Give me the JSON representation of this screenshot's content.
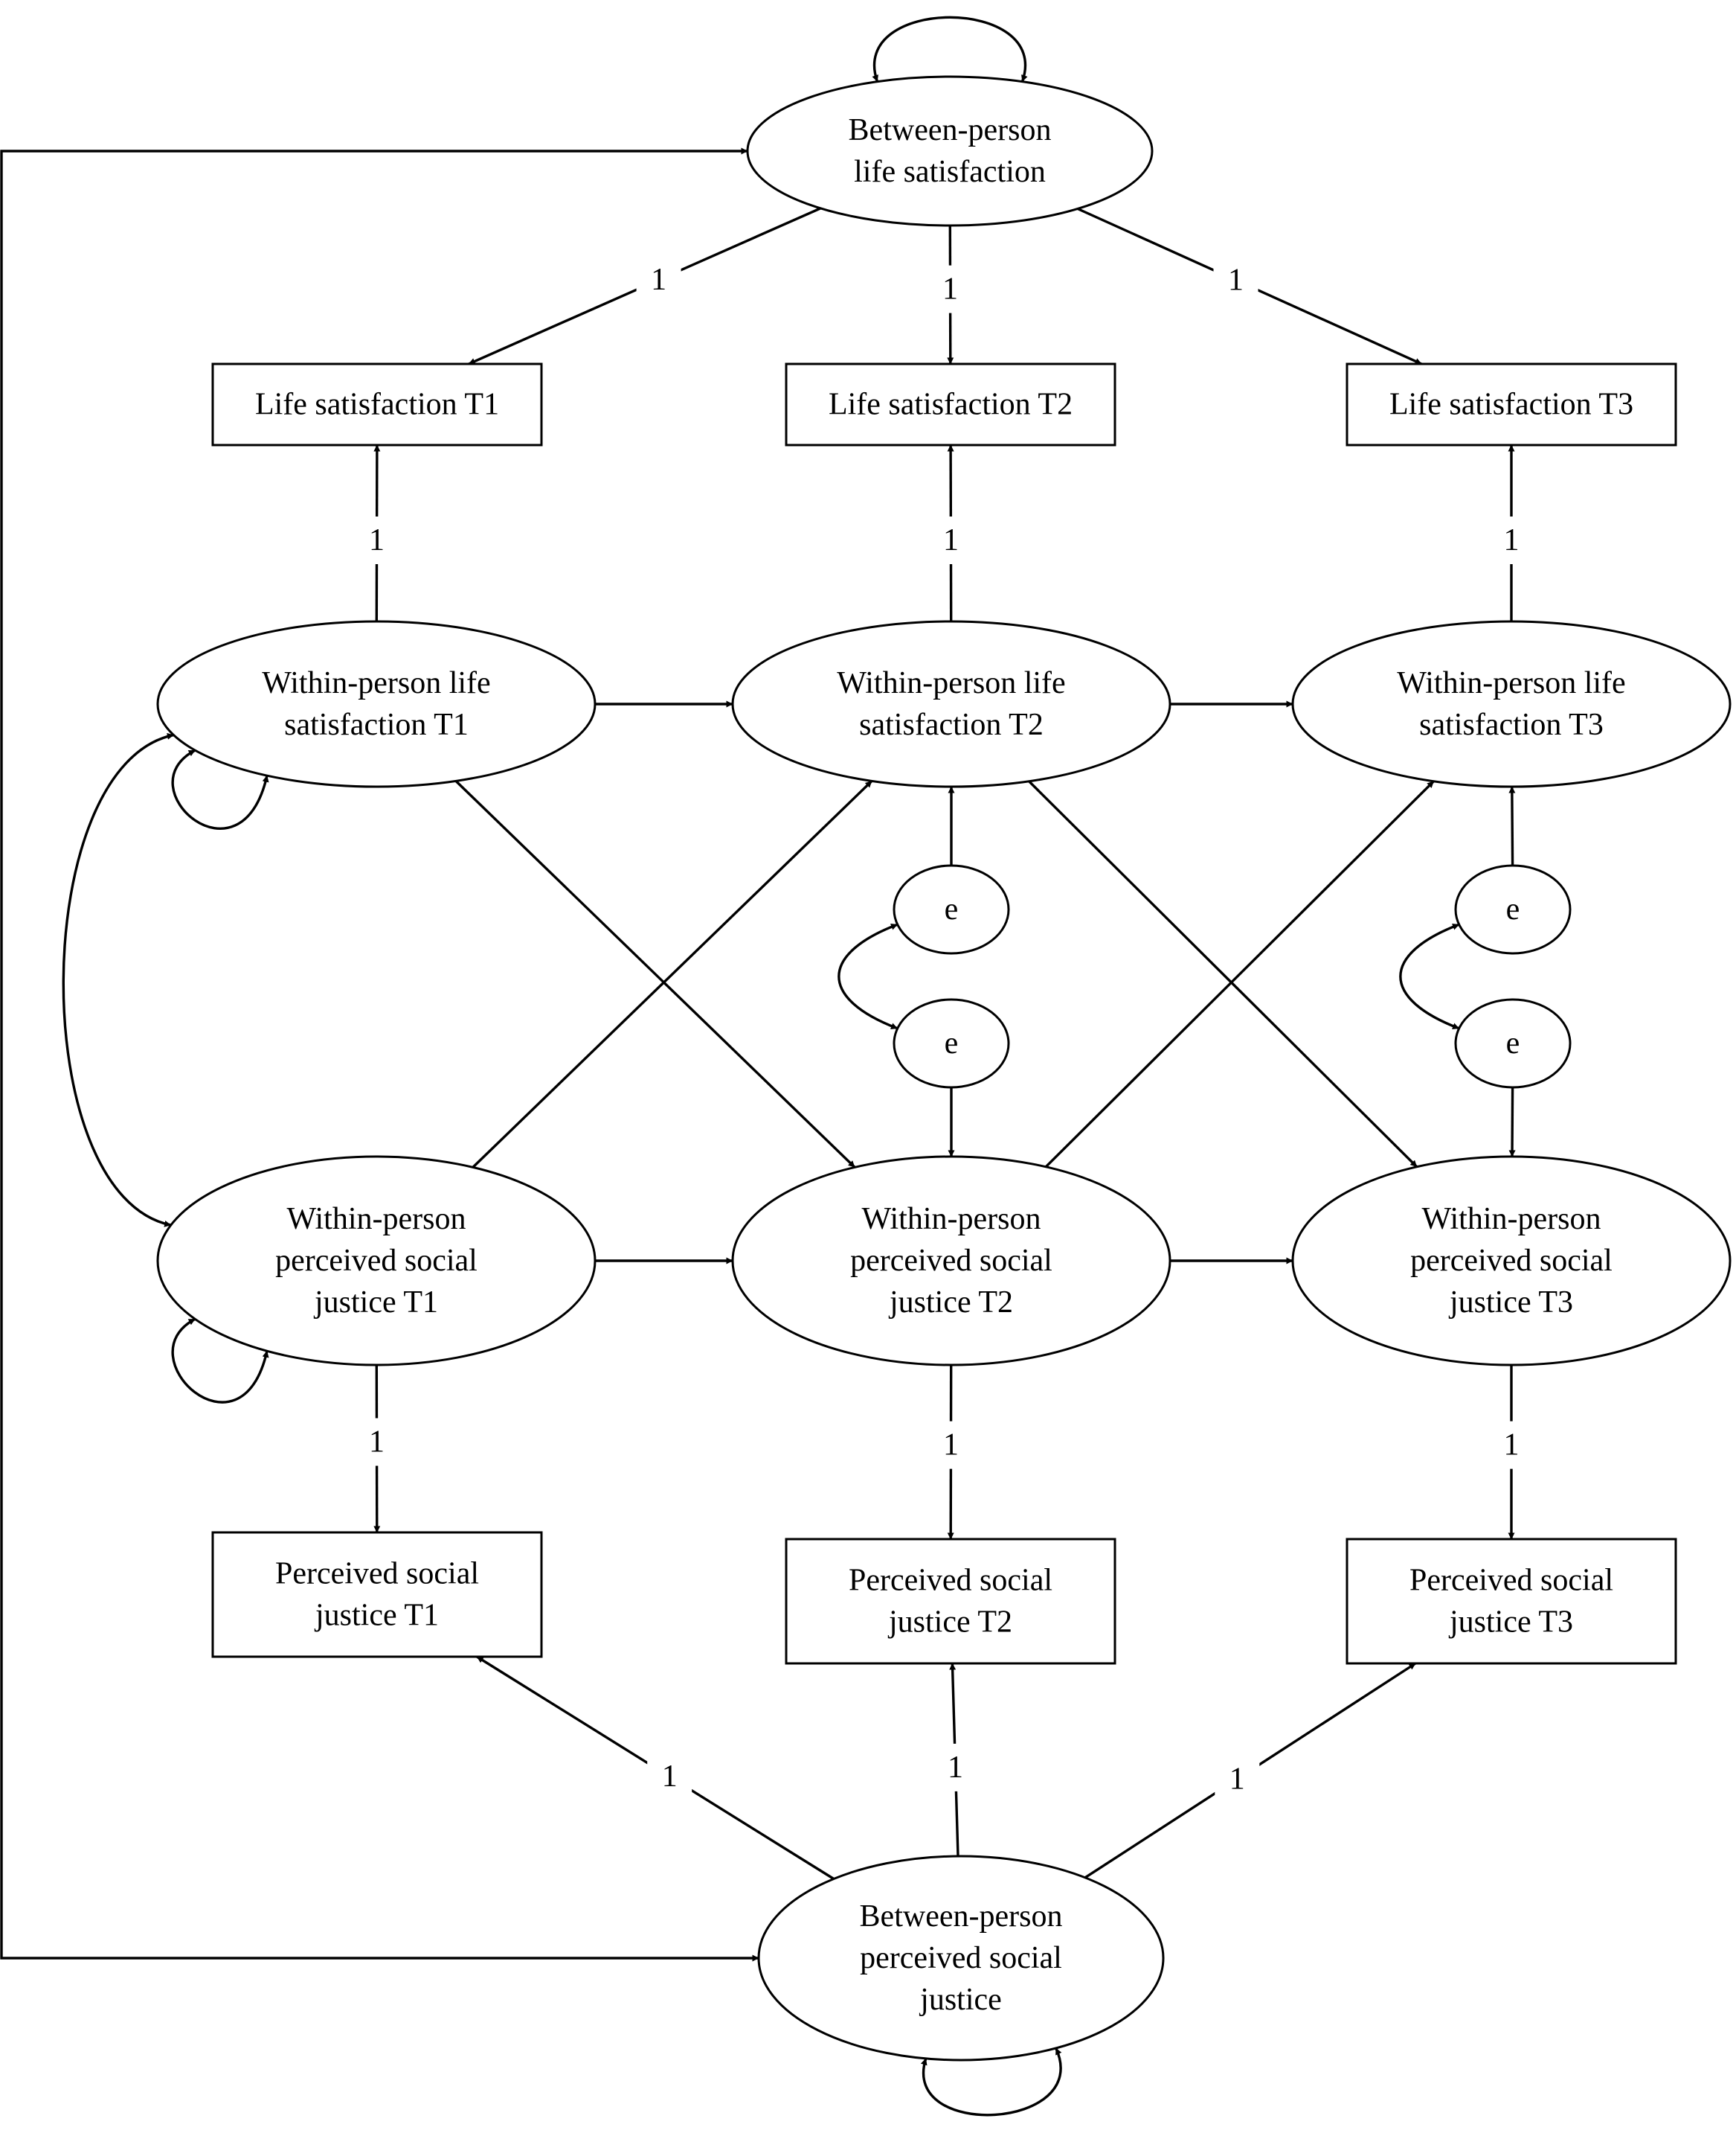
{
  "nodes": {
    "between_ls": {
      "kind": "latent",
      "lines": [
        "Between-person",
        "life satisfaction"
      ]
    },
    "between_psj": {
      "kind": "latent",
      "lines": [
        "Between-person",
        "perceived social",
        "justice"
      ]
    },
    "obs_ls_t1": {
      "kind": "observed",
      "lines": [
        "Life satisfaction T1"
      ]
    },
    "obs_ls_t2": {
      "kind": "observed",
      "lines": [
        "Life satisfaction T2"
      ]
    },
    "obs_ls_t3": {
      "kind": "observed",
      "lines": [
        "Life satisfaction T3"
      ]
    },
    "within_ls_t1": {
      "kind": "latent",
      "lines": [
        "Within-person life",
        "satisfaction T1"
      ]
    },
    "within_ls_t2": {
      "kind": "latent",
      "lines": [
        "Within-person life",
        "satisfaction T2"
      ]
    },
    "within_ls_t3": {
      "kind": "latent",
      "lines": [
        "Within-person life",
        "satisfaction T3"
      ]
    },
    "err_ls_t2": {
      "kind": "error",
      "lines": [
        "e"
      ]
    },
    "err_psj_t2": {
      "kind": "error",
      "lines": [
        "e"
      ]
    },
    "err_ls_t3": {
      "kind": "error",
      "lines": [
        "e"
      ]
    },
    "err_psj_t3": {
      "kind": "error",
      "lines": [
        "e"
      ]
    },
    "within_psj_t1": {
      "kind": "latent",
      "lines": [
        "Within-person",
        "perceived social",
        "justice T1"
      ]
    },
    "within_psj_t2": {
      "kind": "latent",
      "lines": [
        "Within-person",
        "perceived social",
        "justice T2"
      ]
    },
    "within_psj_t3": {
      "kind": "latent",
      "lines": [
        "Within-person",
        "perceived social",
        "justice T3"
      ]
    },
    "obs_psj_t1": {
      "kind": "observed",
      "lines": [
        "Perceived social",
        "justice T1"
      ]
    },
    "obs_psj_t2": {
      "kind": "observed",
      "lines": [
        "Perceived social",
        "justice T2"
      ]
    },
    "obs_psj_t3": {
      "kind": "observed",
      "lines": [
        "Perceived social",
        "justice T3"
      ]
    }
  },
  "loading_label": "1",
  "edges": [
    {
      "from": "between_ls",
      "to": "obs_ls_t1",
      "type": "loading",
      "label": "1"
    },
    {
      "from": "between_ls",
      "to": "obs_ls_t2",
      "type": "loading",
      "label": "1"
    },
    {
      "from": "between_ls",
      "to": "obs_ls_t3",
      "type": "loading",
      "label": "1"
    },
    {
      "from": "within_ls_t1",
      "to": "obs_ls_t1",
      "type": "loading",
      "label": "1"
    },
    {
      "from": "within_ls_t2",
      "to": "obs_ls_t2",
      "type": "loading",
      "label": "1"
    },
    {
      "from": "within_ls_t3",
      "to": "obs_ls_t3",
      "type": "loading",
      "label": "1"
    },
    {
      "from": "within_psj_t1",
      "to": "obs_psj_t1",
      "type": "loading",
      "label": "1"
    },
    {
      "from": "within_psj_t2",
      "to": "obs_psj_t2",
      "type": "loading",
      "label": "1"
    },
    {
      "from": "within_psj_t3",
      "to": "obs_psj_t3",
      "type": "loading",
      "label": "1"
    },
    {
      "from": "between_psj",
      "to": "obs_psj_t1",
      "type": "loading",
      "label": "1"
    },
    {
      "from": "between_psj",
      "to": "obs_psj_t2",
      "type": "loading",
      "label": "1"
    },
    {
      "from": "between_psj",
      "to": "obs_psj_t3",
      "type": "loading",
      "label": "1"
    },
    {
      "from": "within_ls_t1",
      "to": "within_ls_t2",
      "type": "regression"
    },
    {
      "from": "within_ls_t1",
      "to": "within_psj_t2",
      "type": "regression"
    },
    {
      "from": "within_psj_t1",
      "to": "within_ls_t2",
      "type": "regression"
    },
    {
      "from": "within_psj_t1",
      "to": "within_psj_t2",
      "type": "regression"
    },
    {
      "from": "within_ls_t2",
      "to": "within_ls_t3",
      "type": "regression"
    },
    {
      "from": "within_ls_t2",
      "to": "within_psj_t3",
      "type": "regression"
    },
    {
      "from": "within_psj_t2",
      "to": "within_ls_t3",
      "type": "regression"
    },
    {
      "from": "within_psj_t2",
      "to": "within_psj_t3",
      "type": "regression"
    },
    {
      "from": "err_ls_t2",
      "to": "within_ls_t2",
      "type": "residual"
    },
    {
      "from": "err_psj_t2",
      "to": "within_psj_t2",
      "type": "residual"
    },
    {
      "from": "err_ls_t3",
      "to": "within_ls_t3",
      "type": "residual"
    },
    {
      "from": "err_psj_t3",
      "to": "within_psj_t3",
      "type": "residual"
    },
    {
      "from": "err_ls_t2",
      "to": "err_psj_t2",
      "type": "covariance"
    },
    {
      "from": "err_ls_t3",
      "to": "err_psj_t3",
      "type": "covariance"
    },
    {
      "from": "within_ls_t1",
      "to": "within_psj_t1",
      "type": "covariance"
    },
    {
      "from": "between_ls",
      "to": "between_psj",
      "type": "covariance"
    },
    {
      "from": "between_ls",
      "to": "between_ls",
      "type": "variance"
    },
    {
      "from": "between_psj",
      "to": "between_psj",
      "type": "variance"
    },
    {
      "from": "within_ls_t1",
      "to": "within_ls_t1",
      "type": "variance"
    },
    {
      "from": "within_psj_t1",
      "to": "within_psj_t1",
      "type": "variance"
    }
  ]
}
